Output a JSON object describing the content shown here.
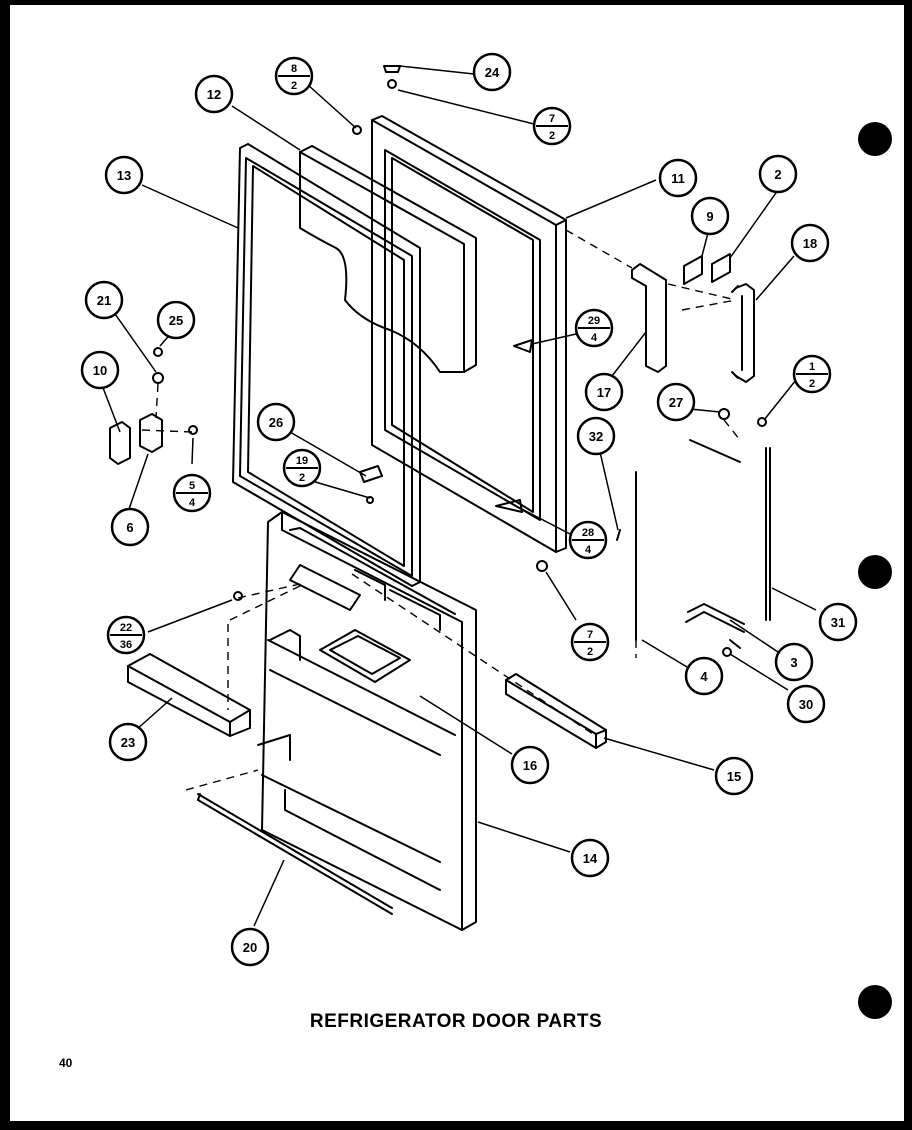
{
  "title": "REFRIGERATOR DOOR PARTS",
  "page_number": "40",
  "callouts": {
    "c12": "12",
    "c13": "13",
    "c11": "11",
    "c2": "2",
    "c9": "9",
    "c18": "18",
    "c21": "21",
    "c25": "25",
    "c10": "10",
    "c6": "6",
    "c26": "26",
    "c17": "17",
    "c27": "27",
    "c32": "32",
    "c31": "31",
    "c3": "3",
    "c30": "30",
    "c4": "4",
    "c23": "23",
    "c16": "16",
    "c15": "15",
    "c14": "14",
    "c20": "20",
    "c24": "24"
  },
  "fraction_callouts": {
    "f8_2": {
      "top": "8",
      "bottom": "2"
    },
    "f7_2a": {
      "top": "7",
      "bottom": "2"
    },
    "f29_4": {
      "top": "29",
      "bottom": "4"
    },
    "f1_2": {
      "top": "1",
      "bottom": "2"
    },
    "f5_4": {
      "top": "5",
      "bottom": "4"
    },
    "f19_2": {
      "top": "19",
      "bottom": "2"
    },
    "f28_4": {
      "top": "28",
      "bottom": "4"
    },
    "f7_2b": {
      "top": "7",
      "bottom": "2"
    },
    "f22_36": {
      "top": "22",
      "bottom": "36"
    }
  }
}
